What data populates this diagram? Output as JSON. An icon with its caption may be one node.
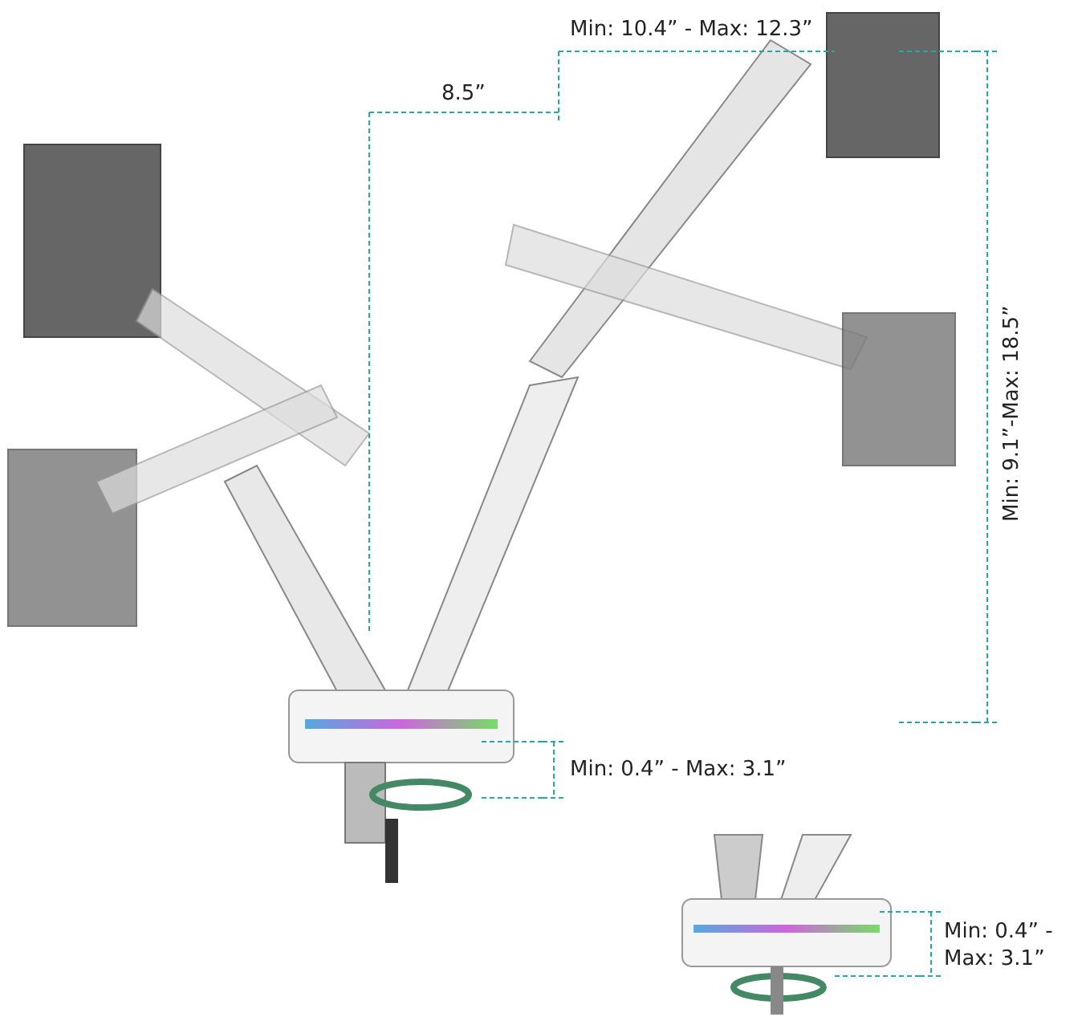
{
  "diagram": {
    "labels": [
      "Min: 10.4” - Max: 12.3”",
      "8.5”",
      "Min: 9.1”-Max: 18.5”",
      "Min: 0.4” - Max: 3.1”",
      "Min: 0.4” - Max: 3.1”"
    ]
  }
}
